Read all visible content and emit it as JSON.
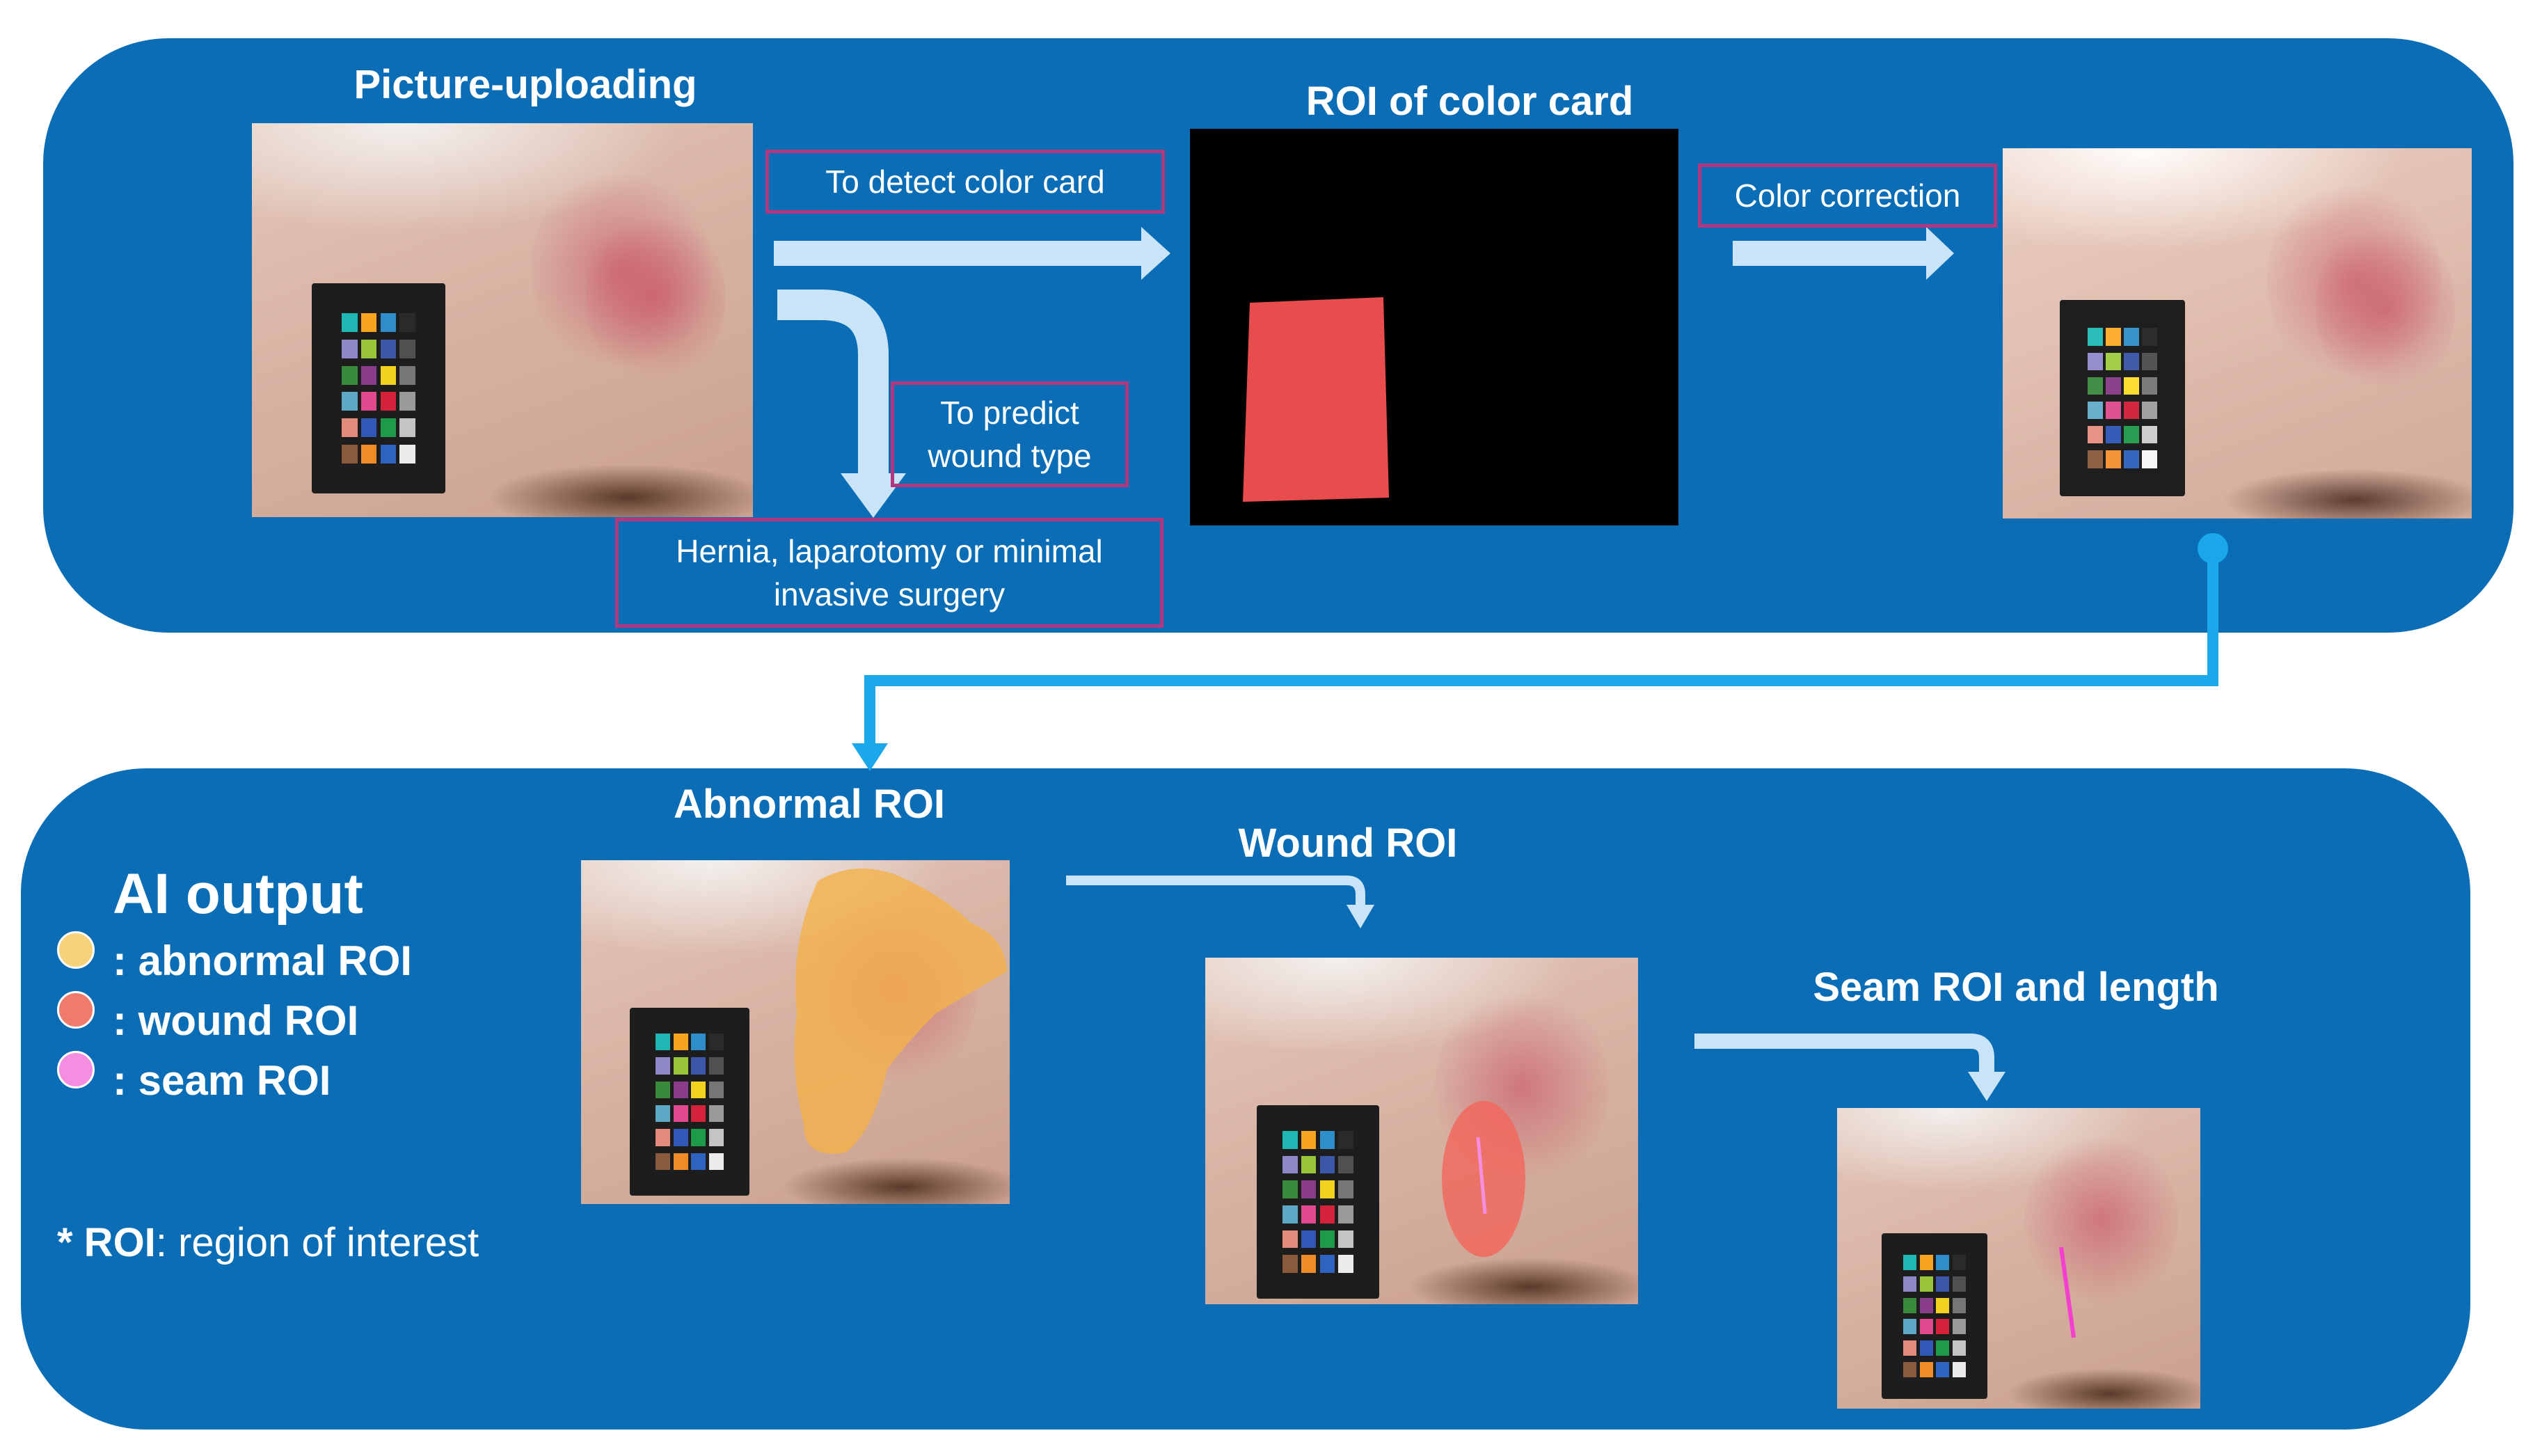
{
  "top_panel": {
    "picture_title": "Picture-uploading",
    "roi_card_title": "ROI of color card",
    "detect_label": "To detect color card",
    "predict_label_line1": "To predict",
    "predict_label_line2": "wound type",
    "wound_type_line1": "Hernia, laparotomy or minimal",
    "wound_type_line2": "invasive surgery",
    "correction_label": "Color correction"
  },
  "bottom_panel": {
    "abnormal_title": "Abnormal ROI",
    "wound_title": "Wound ROI",
    "seam_title": "Seam ROI and length",
    "ai_output_title": "AI output",
    "legend": [
      {
        "text": ": abnormal ROI",
        "color": "#f6d27a"
      },
      {
        "text": ": wound ROI",
        "color": "#f07a6c"
      },
      {
        "text": ": seam ROI",
        "color": "#f58ee0"
      }
    ],
    "footnote_bold": "* ROI",
    "footnote_rest": ": region of interest"
  },
  "colors": {
    "panel": "#0a6db5",
    "label_border": "#b1387e",
    "arrow": "#c9e4f7",
    "connector": "#1aa8ea",
    "card_roi": "#e84c4c"
  },
  "color_card_swatches": [
    "#1fb7b3",
    "#f7a520",
    "#2e8ec9",
    "#2a2a2a",
    "#8d88c8",
    "#9ac53a",
    "#3a57a8",
    "#505050",
    "#3a8a3e",
    "#8a3d8a",
    "#f2d21e",
    "#767676",
    "#5ea7c5",
    "#e0498d",
    "#d4223a",
    "#9a9a9a",
    "#e38a7c",
    "#2f58b8",
    "#1d9a4a",
    "#c4c4c4",
    "#8a5a3c",
    "#f08c28",
    "#2f63c0",
    "#ebebeb"
  ]
}
